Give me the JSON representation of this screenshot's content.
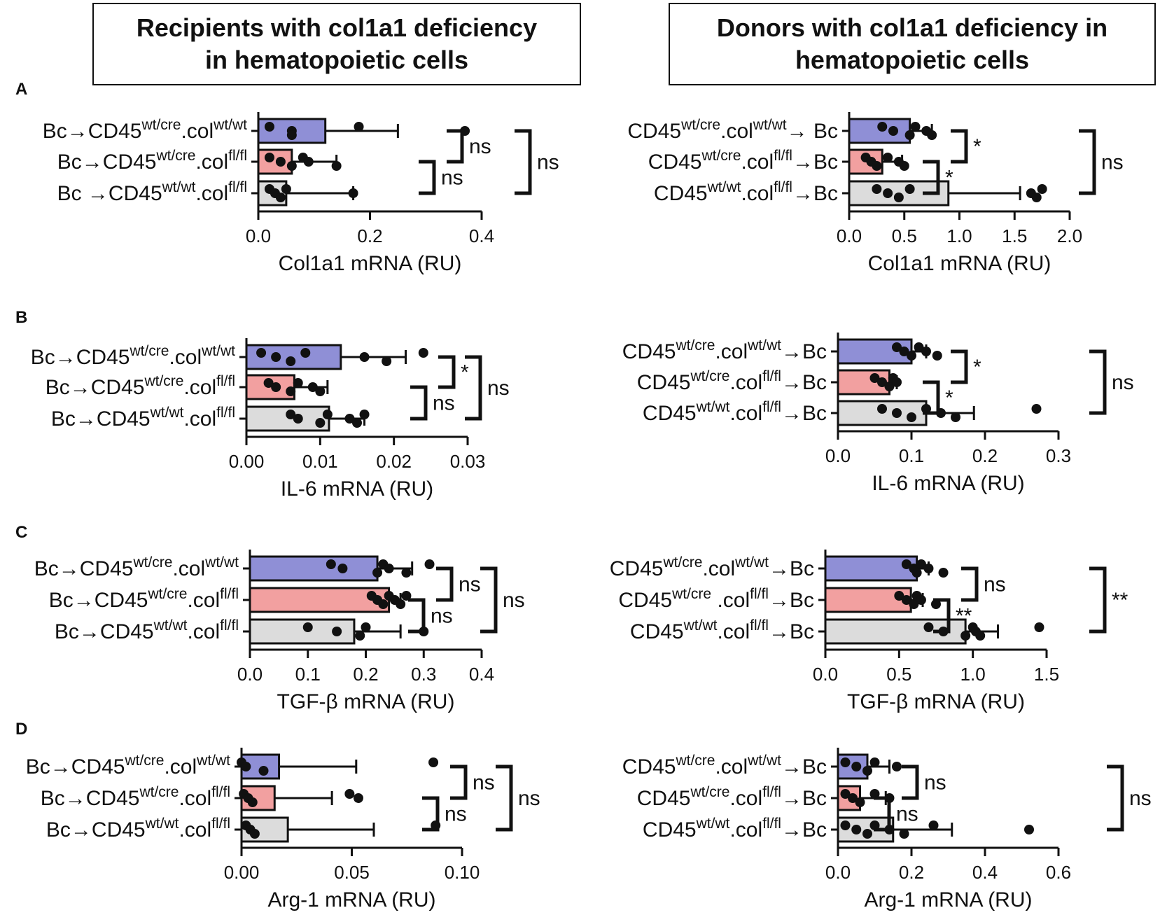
{
  "headers": {
    "left": {
      "line1": "Recipients with col1a1 deficiency",
      "line2": "in hematopoietic cells"
    },
    "right": {
      "line1": "Donors with col1a1 deficiency in",
      "line2": "hematopoietic cells"
    }
  },
  "panel_labels": [
    "A",
    "B",
    "C",
    "D"
  ],
  "colors": {
    "group1": "#8f8fd6",
    "group2": "#f2a0a0",
    "group3": "#dcdcdc",
    "stroke": "#111111"
  },
  "chart_data": [
    {
      "type": "bar",
      "orientation": "horizontal",
      "panel": "A",
      "side": "left",
      "xlabel": "Col1a1 mRNA (RU)",
      "xlim": [
        0,
        0.4
      ],
      "ticks": [
        0,
        0.2,
        0.4
      ],
      "tick_labels": [
        "0.0",
        "0.2",
        "0.4"
      ],
      "categories": [
        {
          "prefix": "Bc→CD45",
          "sup1": "wt/cre",
          "mid": ".col",
          "sup2": "wt/wt",
          "suffix": ""
        },
        {
          "prefix": "Bc→CD45",
          "sup1": "wt/cre",
          "mid": ".col",
          "sup2": "fl/fl",
          "suffix": ""
        },
        {
          "prefix": "Bc →CD45",
          "sup1": "wt/wt",
          "mid": ".col",
          "sup2": "fl/fl",
          "suffix": ""
        }
      ],
      "values": [
        0.12,
        0.06,
        0.05
      ],
      "errors": [
        0.13,
        0.08,
        0.12
      ],
      "points": [
        [
          0.02,
          0.06,
          0.06,
          0.18,
          0.37
        ],
        [
          0.02,
          0.04,
          0.06,
          0.08,
          0.09,
          0.14
        ],
        [
          0.02,
          0.03,
          0.04,
          0.05,
          0.17
        ]
      ],
      "comparisons": [
        {
          "from": 0,
          "to": 1,
          "label": "ns",
          "level": 0
        },
        {
          "from": 1,
          "to": 2,
          "label": "ns",
          "level": 0
        },
        {
          "from": 0,
          "to": 2,
          "label": "ns",
          "level": 1
        }
      ]
    },
    {
      "type": "bar",
      "orientation": "horizontal",
      "panel": "A",
      "side": "right",
      "xlabel": "Col1a1 mRNA (RU)",
      "xlim": [
        0,
        2.0
      ],
      "ticks": [
        0,
        0.5,
        1.0,
        1.5,
        2.0
      ],
      "tick_labels": [
        "0.0",
        "0.5",
        "1.0",
        "1.5",
        "2.0"
      ],
      "categories": [
        {
          "prefix": "CD45",
          "sup1": "wt/cre",
          "mid": ".col",
          "sup2": "wt/wt",
          "suffix": "→ Bc"
        },
        {
          "prefix": "CD45",
          "sup1": "wt/cre",
          "mid": ".col",
          "sup2": "fl/fl",
          "suffix": "→Bc"
        },
        {
          "prefix": "CD45",
          "sup1": "wt/wt",
          "mid": ".col",
          "sup2": "fl/fl",
          "suffix": "→Bc"
        }
      ],
      "values": [
        0.55,
        0.3,
        0.9
      ],
      "errors": [
        0.2,
        0.18,
        0.65
      ],
      "points": [
        [
          0.3,
          0.4,
          0.55,
          0.6,
          0.7,
          0.75
        ],
        [
          0.15,
          0.2,
          0.25,
          0.35,
          0.45,
          0.5
        ],
        [
          0.25,
          0.35,
          0.45,
          0.55,
          1.65,
          1.7,
          1.75
        ]
      ],
      "comparisons": [
        {
          "from": 0,
          "to": 1,
          "label": "*",
          "level": 0
        },
        {
          "from": 1,
          "to": 2,
          "label": "*",
          "level": 0
        },
        {
          "from": 0,
          "to": 2,
          "label": "ns",
          "level": 1
        }
      ]
    },
    {
      "type": "bar",
      "orientation": "horizontal",
      "panel": "B",
      "side": "left",
      "xlabel": "IL-6 mRNA (RU)",
      "xlim": [
        0,
        0.03
      ],
      "ticks": [
        0,
        0.01,
        0.02,
        0.03
      ],
      "tick_labels": [
        "0.00",
        "0.01",
        "0.02",
        "0.03"
      ],
      "categories": [
        {
          "prefix": "Bc→CD45",
          "sup1": "wt/cre",
          "mid": ".col",
          "sup2": "wt/wt",
          "suffix": ""
        },
        {
          "prefix": "Bc→CD45",
          "sup1": "wt/cre",
          "mid": ".col",
          "sup2": "fl/fl",
          "suffix": ""
        },
        {
          "prefix": "Bc→CD45",
          "sup1": "wt/wt",
          "mid": ".col",
          "sup2": "fl/fl",
          "suffix": ""
        }
      ],
      "values": [
        0.0128,
        0.0065,
        0.0112
      ],
      "errors": [
        0.0088,
        0.0045,
        0.0048
      ],
      "points": [
        [
          0.002,
          0.004,
          0.006,
          0.008,
          0.016,
          0.019,
          0.024
        ],
        [
          0.003,
          0.004,
          0.006,
          0.007,
          0.009,
          0.01
        ],
        [
          0.006,
          0.007,
          0.01,
          0.011,
          0.014,
          0.015,
          0.016
        ]
      ],
      "comparisons": [
        {
          "from": 0,
          "to": 1,
          "label": "*",
          "level": 0
        },
        {
          "from": 1,
          "to": 2,
          "label": "ns",
          "level": 0
        },
        {
          "from": 0,
          "to": 2,
          "label": "ns",
          "level": 1
        }
      ]
    },
    {
      "type": "bar",
      "orientation": "horizontal",
      "panel": "B",
      "side": "right",
      "xlabel": "IL-6 mRNA (RU)",
      "xlim": [
        0,
        0.3
      ],
      "ticks": [
        0,
        0.1,
        0.2,
        0.3
      ],
      "tick_labels": [
        "0.0",
        "0.1",
        "0.2",
        "0.3"
      ],
      "categories": [
        {
          "prefix": "CD45",
          "sup1": "wt/cre",
          "mid": ".col",
          "sup2": "wt/wt",
          "suffix": "→Bc"
        },
        {
          "prefix": "CD45",
          "sup1": "wt/cre",
          "mid": ".col",
          "sup2": "fl/fl",
          "suffix": "→Bc"
        },
        {
          "prefix": "CD45",
          "sup1": "wt/wt",
          "mid": ".col",
          "sup2": "fl/fl",
          "suffix": "→Bc"
        }
      ],
      "values": [
        0.1,
        0.07,
        0.12
      ],
      "errors": [
        0.02,
        0.01,
        0.065
      ],
      "points": [
        [
          0.08,
          0.09,
          0.1,
          0.11,
          0.12,
          0.135
        ],
        [
          0.05,
          0.06,
          0.07,
          0.075,
          0.08
        ],
        [
          0.06,
          0.08,
          0.1,
          0.12,
          0.14,
          0.16,
          0.27
        ]
      ],
      "comparisons": [
        {
          "from": 0,
          "to": 1,
          "label": "*",
          "level": 0
        },
        {
          "from": 1,
          "to": 2,
          "label": "*",
          "level": 0
        },
        {
          "from": 0,
          "to": 2,
          "label": "ns",
          "level": 1
        }
      ]
    },
    {
      "type": "bar",
      "orientation": "horizontal",
      "panel": "C",
      "side": "left",
      "xlabel": "TGF-β mRNA (RU)",
      "xlim": [
        0,
        0.4
      ],
      "ticks": [
        0,
        0.1,
        0.2,
        0.3,
        0.4
      ],
      "tick_labels": [
        "0.0",
        "0.1",
        "0.2",
        "0.3",
        "0.4"
      ],
      "categories": [
        {
          "prefix": "Bc→CD45",
          "sup1": "wt/cre",
          "mid": ".col",
          "sup2": "wt/wt",
          "suffix": ""
        },
        {
          "prefix": "Bc→CD45",
          "sup1": "wt/cre",
          "mid": ".col",
          "sup2": "fl/fl",
          "suffix": ""
        },
        {
          "prefix": "Bc→CD45",
          "sup1": "wt/wt",
          "mid": ".col",
          "sup2": "fl/fl",
          "suffix": ""
        }
      ],
      "values": [
        0.22,
        0.24,
        0.18
      ],
      "errors": [
        0.06,
        0.02,
        0.08
      ],
      "points": [
        [
          0.14,
          0.16,
          0.22,
          0.23,
          0.24,
          0.27,
          0.31
        ],
        [
          0.21,
          0.22,
          0.23,
          0.24,
          0.25,
          0.26,
          0.27
        ],
        [
          0.1,
          0.15,
          0.19,
          0.2,
          0.3
        ]
      ],
      "comparisons": [
        {
          "from": 0,
          "to": 1,
          "label": "ns",
          "level": 0
        },
        {
          "from": 1,
          "to": 2,
          "label": "ns",
          "level": 0
        },
        {
          "from": 0,
          "to": 2,
          "label": "ns",
          "level": 1
        }
      ]
    },
    {
      "type": "bar",
      "orientation": "horizontal",
      "panel": "C",
      "side": "right",
      "xlabel": "TGF-β mRNA (RU)",
      "xlim": [
        0,
        1.5
      ],
      "ticks": [
        0,
        0.5,
        1.0,
        1.5
      ],
      "tick_labels": [
        "0.0",
        "0.5",
        "1.0",
        "1.5"
      ],
      "categories": [
        {
          "prefix": "CD45",
          "sup1": "wt/cre",
          "mid": ".col",
          "sup2": "wt/wt",
          "suffix": "→Bc"
        },
        {
          "prefix": "CD45",
          "sup1": "wt/cre",
          "mid": " .col",
          "sup2": "fl/fl",
          "suffix": "→Bc"
        },
        {
          "prefix": "CD45",
          "sup1": "wt/wt",
          "mid": ".col",
          "sup2": "fl/fl",
          "suffix": "→Bc"
        }
      ],
      "values": [
        0.62,
        0.58,
        0.95
      ],
      "errors": [
        0.08,
        0.08,
        0.22
      ],
      "points": [
        [
          0.55,
          0.6,
          0.62,
          0.65,
          0.7,
          0.8
        ],
        [
          0.5,
          0.55,
          0.6,
          0.62,
          0.65,
          0.75
        ],
        [
          0.7,
          0.8,
          0.95,
          1.0,
          1.02,
          1.05,
          1.45
        ]
      ],
      "comparisons": [
        {
          "from": 0,
          "to": 1,
          "label": "ns",
          "level": 0
        },
        {
          "from": 1,
          "to": 2,
          "label": "**",
          "level": 0
        },
        {
          "from": 0,
          "to": 2,
          "label": "**",
          "level": 1
        }
      ]
    },
    {
      "type": "bar",
      "orientation": "horizontal",
      "panel": "D",
      "side": "left",
      "xlabel": "Arg-1 mRNA (RU)",
      "xlim": [
        0,
        0.1
      ],
      "ticks": [
        0,
        0.05,
        0.1
      ],
      "tick_labels": [
        "0.00",
        "0.05",
        "0.10"
      ],
      "categories": [
        {
          "prefix": "Bc→CD45",
          "sup1": "wt/cre",
          "mid": ".col",
          "sup2": "wt/wt",
          "suffix": ""
        },
        {
          "prefix": "Bc→CD45",
          "sup1": "wt/cre",
          "mid": ".col",
          "sup2": "fl/fl",
          "suffix": ""
        },
        {
          "prefix": "Bc→CD45",
          "sup1": "wt/wt",
          "mid": ".col",
          "sup2": "fl/fl",
          "suffix": ""
        }
      ],
      "values": [
        0.017,
        0.015,
        0.021
      ],
      "errors": [
        0.035,
        0.026,
        0.039
      ],
      "points": [
        [
          0.0,
          0.002,
          0.01,
          0.087
        ],
        [
          0.001,
          0.003,
          0.005,
          0.049,
          0.053
        ],
        [
          0.002,
          0.004,
          0.006,
          0.088
        ]
      ],
      "comparisons": [
        {
          "from": 0,
          "to": 1,
          "label": "ns",
          "level": 0
        },
        {
          "from": 1,
          "to": 2,
          "label": "ns",
          "level": 0
        },
        {
          "from": 0,
          "to": 2,
          "label": "ns",
          "level": 1
        }
      ]
    },
    {
      "type": "bar",
      "orientation": "horizontal",
      "panel": "D",
      "side": "right",
      "xlabel": "Arg-1 mRNA (RU)",
      "xlim": [
        0,
        0.6
      ],
      "ticks": [
        0,
        0.2,
        0.4,
        0.6
      ],
      "tick_labels": [
        "0.0",
        "0.2",
        "0.4",
        "0.6"
      ],
      "categories": [
        {
          "prefix": "CD45",
          "sup1": "wt/cre",
          "mid": ".col",
          "sup2": "wt/wt",
          "suffix": "→Bc"
        },
        {
          "prefix": "CD45",
          "sup1": "wt/cre",
          "mid": ".col",
          "sup2": "fl/fl",
          "suffix": "→Bc"
        },
        {
          "prefix": "CD45",
          "sup1": "wt/wt",
          "mid": ".col",
          "sup2": "fl/fl",
          "suffix": "→Bc"
        }
      ],
      "values": [
        0.08,
        0.06,
        0.15
      ],
      "errors": [
        0.06,
        0.07,
        0.16
      ],
      "points": [
        [
          0.02,
          0.05,
          0.08,
          0.1,
          0.16
        ],
        [
          0.02,
          0.04,
          0.06,
          0.1,
          0.14
        ],
        [
          0.02,
          0.05,
          0.08,
          0.1,
          0.14,
          0.18,
          0.26,
          0.52
        ]
      ],
      "comparisons": [
        {
          "from": 0,
          "to": 1,
          "label": "ns",
          "level": 0
        },
        {
          "from": 1,
          "to": 2,
          "label": "ns",
          "level": 0
        },
        {
          "from": 0,
          "to": 2,
          "label": "ns",
          "level": 1
        }
      ]
    }
  ]
}
